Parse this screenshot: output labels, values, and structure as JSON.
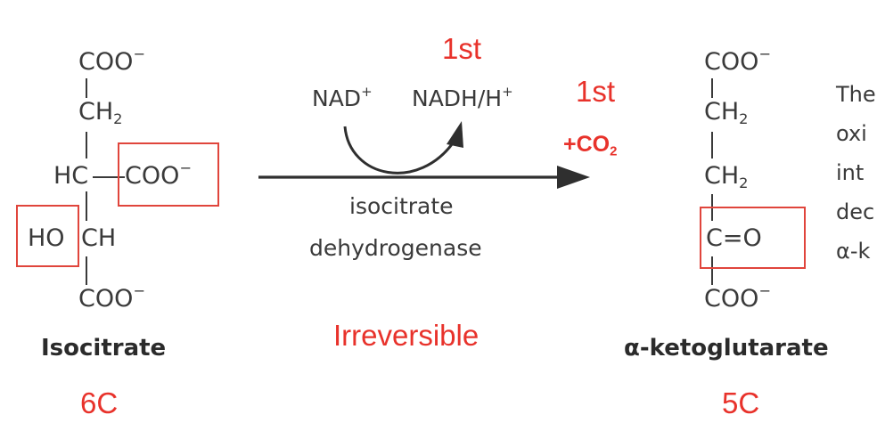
{
  "isocitrate": {
    "coo_top": "COO",
    "coo_top_charge": "−",
    "ch2": "CH",
    "ch2_sub": "2",
    "hc": "HC",
    "coo_side": "COO",
    "coo_side_charge": "−",
    "ho": "HO",
    "ch": "CH",
    "coo_bottom": "COO",
    "coo_bottom_charge": "−",
    "name": "Isocitrate",
    "carbons": "6C"
  },
  "reaction": {
    "nad": "NAD",
    "nad_sup": "+",
    "nadh": "NADH/H",
    "nadh_sup": "+",
    "enzyme_line1": "isocitrate",
    "enzyme_line2": "dehydrogenase",
    "annotation_top": "1st",
    "annotation_right": "1st",
    "co2": "+CO",
    "co2_sub": "2",
    "irreversible": "Irreversible"
  },
  "ketoglutarate": {
    "coo_top": "COO",
    "coo_top_charge": "−",
    "ch2a": "CH",
    "ch2a_sub": "2",
    "ch2b": "CH",
    "ch2b_sub": "2",
    "co": "C=O",
    "coo_bottom": "COO",
    "coo_bottom_charge": "−",
    "name": "α-ketoglutarate",
    "carbons": "5C"
  },
  "side_text": [
    "The",
    "oxi",
    "int",
    "dec",
    "α-k"
  ],
  "colors": {
    "annotation": "#e8322b",
    "box": "#e0453c",
    "text": "#3a3a3a"
  }
}
